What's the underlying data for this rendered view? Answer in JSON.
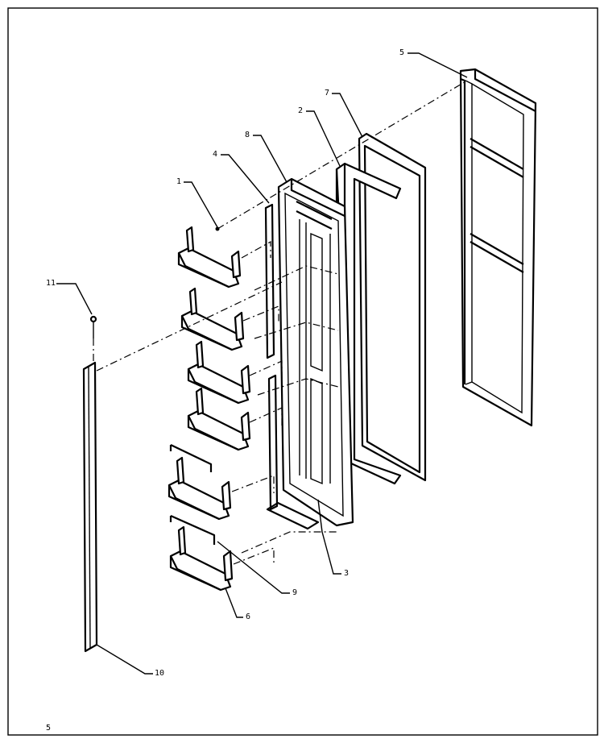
{
  "callouts": {
    "c1": "1",
    "c2": "2",
    "c3": "3",
    "c4": "4",
    "c5": "5",
    "c6": "6",
    "c7": "7",
    "c8": "8",
    "c9": "9",
    "c10": "10",
    "c11": "11",
    "page_mark": "5"
  }
}
